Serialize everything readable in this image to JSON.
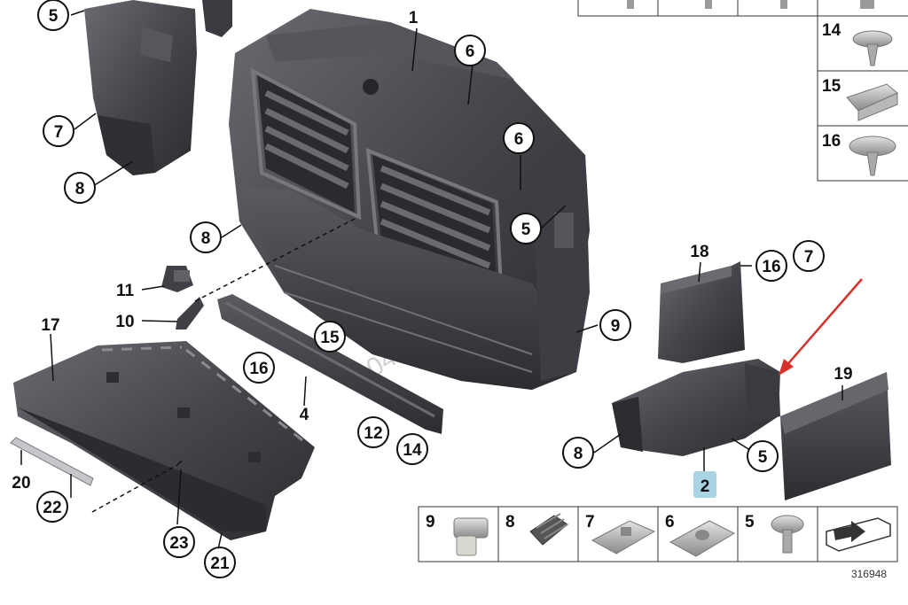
{
  "diagram_ref": "316948",
  "watermark": "9.04.2018 17:44",
  "callouts": {
    "c5_topleft": "5",
    "c7_left": "7",
    "c8_left_top": "8",
    "c1": "1",
    "c6_a": "6",
    "c6_b": "6",
    "c5_center": "5",
    "c8_left_mid": "8",
    "c11": "11",
    "c10": "10",
    "c17": "17",
    "c15": "15",
    "c16_mid": "16",
    "c4": "4",
    "c12": "12",
    "c14_mid": "14",
    "c9_right": "9",
    "c18": "18",
    "c16_right": "16",
    "c7_right": "7",
    "c19": "19",
    "c8_right": "8",
    "c5_right": "5",
    "c2": "2",
    "c20": "20",
    "c22": "22",
    "c23": "23",
    "c21": "21"
  },
  "legend_right": [
    "14",
    "15",
    "16"
  ],
  "legend_bottom": [
    "9",
    "8",
    "7",
    "6",
    "5"
  ],
  "icons": {
    "part_arrow": "red-arrow-indicator",
    "legend_last": "panel-arrow-icon"
  },
  "colors": {
    "part": "#4a4b50",
    "part_dark": "#2f3034",
    "part_light": "#6b6c72",
    "arrow": "#d9302a",
    "highlight": "#a9d4e4"
  }
}
